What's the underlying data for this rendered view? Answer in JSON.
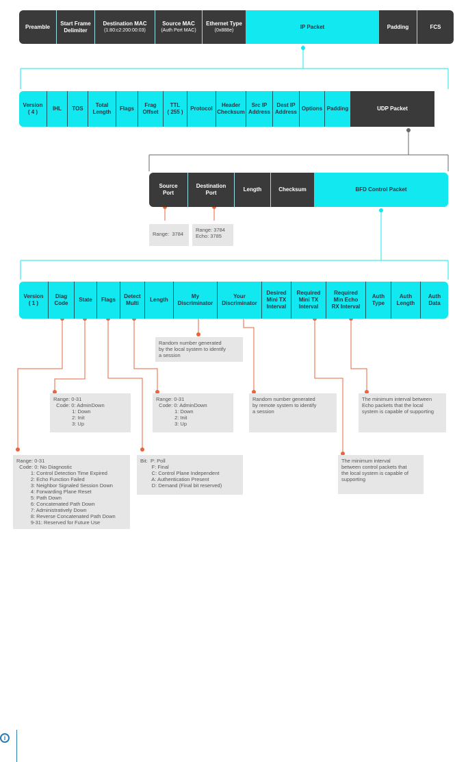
{
  "ethernet_frame": {
    "fields": [
      {
        "label": "Preamble",
        "sub": ""
      },
      {
        "label": "Start Frame\nDelimiter",
        "sub": ""
      },
      {
        "label": "Destination MAC",
        "sub": "(1:80:c2:200:00:03)"
      },
      {
        "label": "Source MAC",
        "sub": "(Auth Port MAC)"
      },
      {
        "label": "Ethernet Type",
        "sub": "(0x888e)"
      },
      {
        "label": "IP Packet",
        "sub": ""
      },
      {
        "label": "Padding",
        "sub": ""
      },
      {
        "label": "FCS",
        "sub": ""
      }
    ]
  },
  "ip_packet": {
    "fields": [
      {
        "label": "Version\n( 4 )"
      },
      {
        "label": "IHL"
      },
      {
        "label": "TOS"
      },
      {
        "label": "Total\nLength"
      },
      {
        "label": "Flags"
      },
      {
        "label": "Frag\nOffset"
      },
      {
        "label": "TTL\n( 255 )"
      },
      {
        "label": "Protocol"
      },
      {
        "label": "Header\nChecksum"
      },
      {
        "label": "Src IP\nAddress"
      },
      {
        "label": "Dest IP\nAddress"
      },
      {
        "label": "Options"
      },
      {
        "label": "Padding"
      },
      {
        "label": "UDP Packet"
      }
    ]
  },
  "udp_packet": {
    "fields": [
      {
        "label": "Source\nPort"
      },
      {
        "label": "Destination\nPort"
      },
      {
        "label": "Length"
      },
      {
        "label": "Checksum"
      },
      {
        "label": "BFD Control Packet"
      }
    ],
    "notes": {
      "source_port": "Range:  3784",
      "destination_port": "Range: 3784\nEcho: 3785"
    }
  },
  "bfd_packet": {
    "fields": [
      {
        "label": "Version\n( 1 )"
      },
      {
        "label": "Diag\nCode"
      },
      {
        "label": "State"
      },
      {
        "label": "Flags"
      },
      {
        "label": "Detect\nMulti"
      },
      {
        "label": "Length"
      },
      {
        "label": "My\nDiscriminator"
      },
      {
        "label": "Your\nDiscriminator"
      },
      {
        "label": "Desired\nMini TX\nInterval"
      },
      {
        "label": "Required\nMini TX\nInterval"
      },
      {
        "label": "Required\nMin Echo\nRX Interval"
      },
      {
        "label": "Auth\nType"
      },
      {
        "label": "Auth\nLength"
      },
      {
        "label": "Auth\nData"
      }
    ]
  },
  "notes": {
    "my_discriminator": "Random number generated\nby the local system to identify\na session",
    "state": "Range: 0-31\n  Code: 0: AdminDown\n             1: Down\n             2: Init\n             3: Up",
    "detect_multi": "Range: 0-31\n  Code: 0: AdminDown\n             1: Down\n             2: Init\n             3: Up",
    "your_discriminator": "Random number generated\nby remote system to identify\na session",
    "required_min_echo": "The minimum interval between\nEcho packets that the local\nsystem is capable of supporting",
    "diag_code": "Range: 0-31\n  Code: 0: No Diagnostic\n          1: Control Detection Time Expired\n          2: Echo Function Failed\n          3: Neighbor Signaled Session Down\n          4: Forwarding Plane Reset\n          5: Path Down\n          6: Concatenated Path Down\n          7: Administratively Down\n          8: Reverse Concatenated Path Down\n          9-31: Reserved for Future Use",
    "flags": "Bit:  P: Poll\n        F: Final\n        C: Control Plane Independent\n        A: Authentication Present\n        D: Demand (Final bit reserved)",
    "required_min_tx": "The minimum interval\nbetween control packets that\nthe local system is capable of\nsupporting"
  },
  "colors": {
    "dark": "#3a3a3a",
    "cyan": "#12e8f0",
    "connector_orange": "#e8643c",
    "connector_cyan": "#12e8f0",
    "connector_gray": "#666666",
    "note_bg": "#e6e6e6"
  },
  "icons": {
    "info": "info-icon"
  }
}
